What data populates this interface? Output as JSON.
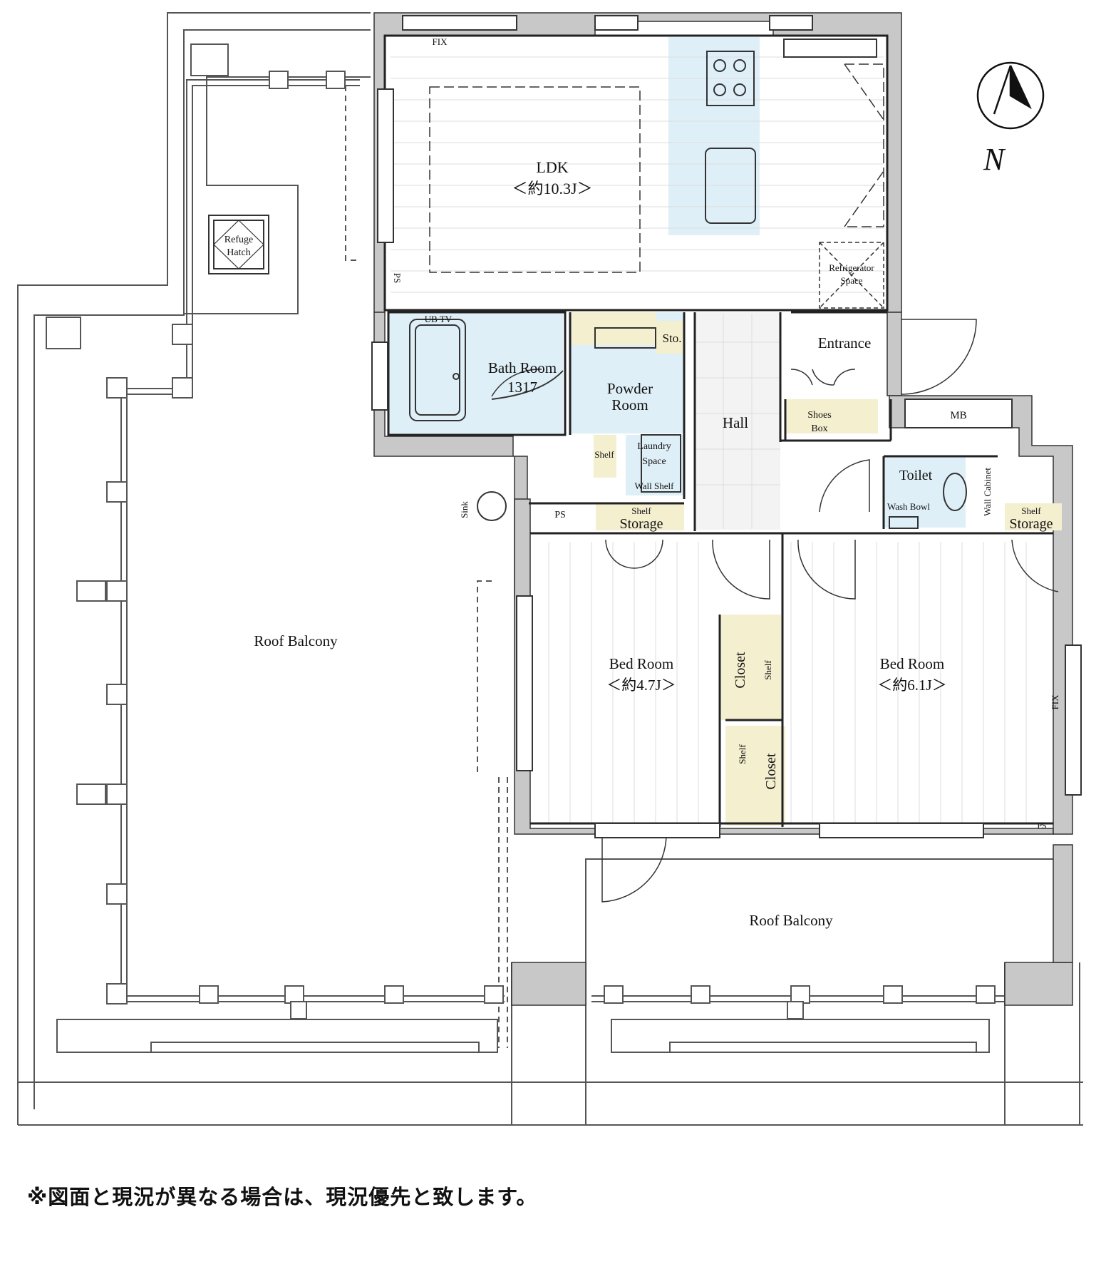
{
  "rooms": {
    "ldk": {
      "name": "LDK",
      "size": "＜約10.3J＞"
    },
    "bath": {
      "name": "Bath Room",
      "code": "1317",
      "tv": "UB TV"
    },
    "powder": {
      "line1": "Powder",
      "line2": "Room"
    },
    "storage_small": "Sto.",
    "entrance": "Entrance",
    "hall": "Hall",
    "shoes_box": {
      "line1": "Shoes",
      "line2": "Box"
    },
    "mb": "MB",
    "toilet": "Toilet",
    "wash_bowl": "Wash Bowl",
    "wall_cabinet": "Wall Cabinet",
    "laundry": {
      "line1": "Laundry",
      "line2": "Space"
    },
    "wall_shelf": "Wall Shelf",
    "shelf": "Shelf",
    "storage": "Storage",
    "bed_left": {
      "name": "Bed Room",
      "size": "＜約4.7J＞"
    },
    "bed_right": {
      "name": "Bed Room",
      "size": "＜約6.1J＞"
    },
    "closet": "Closet",
    "roof_balcony": "Roof Balcony",
    "refuge_hatch": {
      "line1": "Refuge",
      "line2": "Hatch"
    },
    "refrigerator": {
      "line1": "Refrigerator",
      "line2": "Space"
    },
    "ps": "PS",
    "sink": "Sink",
    "fix": "FIX"
  },
  "compass": {
    "label": "N"
  },
  "footer_note": "※図面と現況が異なる場合は、現況優先と致します。"
}
